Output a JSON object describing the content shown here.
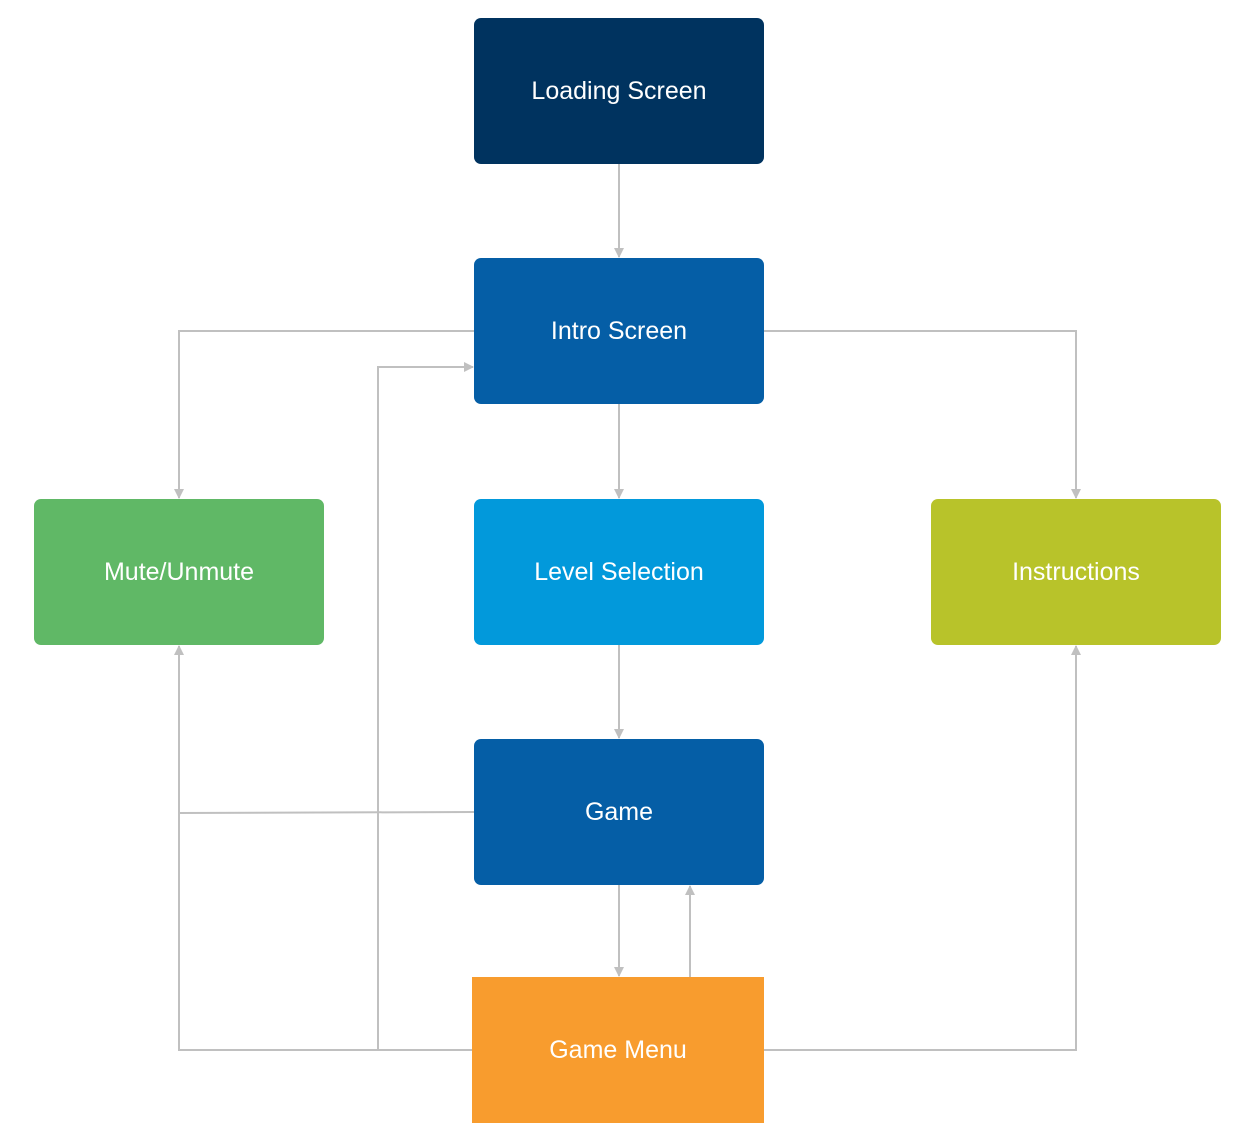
{
  "nodes": {
    "loading_screen": {
      "label": "Loading Screen",
      "color": "#00335F"
    },
    "intro_screen": {
      "label": "Intro Screen",
      "color": "#055EA6"
    },
    "mute_unmute": {
      "label": "Mute/Unmute",
      "color": "#60B866"
    },
    "level_selection": {
      "label": "Level Selection",
      "color": "#0299DB"
    },
    "instructions": {
      "label": "Instructions",
      "color": "#B8C32A"
    },
    "game": {
      "label": "Game",
      "color": "#055EA6"
    },
    "game_menu": {
      "label": "Game Menu",
      "color": "#F89C2E"
    }
  },
  "connector_color": "#C0C0C0",
  "edges": [
    {
      "from": "loading_screen",
      "to": "intro_screen"
    },
    {
      "from": "intro_screen",
      "to": "mute_unmute"
    },
    {
      "from": "intro_screen",
      "to": "level_selection"
    },
    {
      "from": "intro_screen",
      "to": "instructions"
    },
    {
      "from": "level_selection",
      "to": "game"
    },
    {
      "from": "game",
      "to": "game_menu"
    },
    {
      "from": "game_menu",
      "to": "game"
    },
    {
      "from": "game",
      "to": "mute_unmute"
    },
    {
      "from": "game_menu",
      "to": "mute_unmute"
    },
    {
      "from": "game_menu",
      "to": "intro_screen"
    },
    {
      "from": "game_menu",
      "to": "instructions"
    }
  ]
}
